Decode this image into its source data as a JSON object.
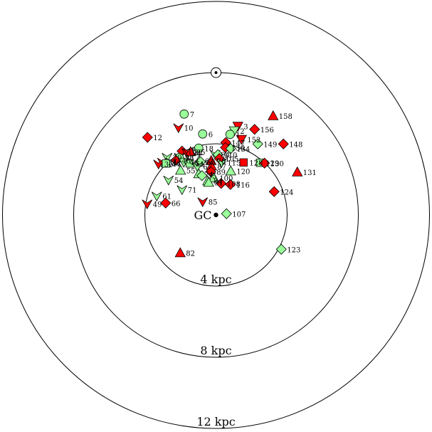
{
  "center_label": "GC",
  "circles": [
    {
      "label": "4 kpc",
      "radius_kpc": 4
    },
    {
      "label": "8 kpc",
      "radius_kpc": 8
    },
    {
      "label": "12 kpc",
      "radius_kpc": 12
    }
  ],
  "colors": {
    "red": "#ff0000",
    "green": "#99ff99",
    "outline": "#000000"
  },
  "sun_marker": "sun-symbol",
  "chart_data": {
    "type": "scatter",
    "units": "kpc",
    "points": [
      {
        "id": "7",
        "x": -1.79,
        "y": 5.67,
        "marker": "circle",
        "color": "green"
      },
      {
        "id": "10",
        "x": -2.11,
        "y": 4.91,
        "marker": "y-down",
        "color": "red"
      },
      {
        "id": "12",
        "x": -3.85,
        "y": 4.36,
        "marker": "diamond",
        "color": "red"
      },
      {
        "id": "6",
        "x": -0.75,
        "y": 4.55,
        "marker": "circle",
        "color": "green"
      },
      {
        "id": "3",
        "x": 1.23,
        "y": 4.99,
        "marker": "triangle-down",
        "color": "red"
      },
      {
        "id": "2",
        "x": 1.03,
        "y": 4.73,
        "marker": "triangle-down",
        "color": "green"
      },
      {
        "id": "1",
        "x": 0.79,
        "y": 4.53,
        "marker": "circle",
        "color": "green"
      },
      {
        "id": "156",
        "x": 2.17,
        "y": 4.81,
        "marker": "diamond",
        "color": "red"
      },
      {
        "id": "158",
        "x": 3.21,
        "y": 5.57,
        "marker": "triangle-up",
        "color": "red"
      },
      {
        "id": "152",
        "x": 1.43,
        "y": 4.25,
        "marker": "triangle-down",
        "color": "red"
      },
      {
        "id": "149",
        "x": 2.35,
        "y": 3.99,
        "marker": "diamond",
        "color": "green"
      },
      {
        "id": "148",
        "x": 3.79,
        "y": 3.99,
        "marker": "diamond",
        "color": "red"
      },
      {
        "id": "147",
        "x": 0.55,
        "y": 4.07,
        "marker": "diamond",
        "color": "red"
      },
      {
        "id": "136",
        "x": 0.53,
        "y": 3.79,
        "marker": "diamond",
        "color": "red"
      },
      {
        "id": "134",
        "x": 0.83,
        "y": 3.73,
        "marker": "diamond",
        "color": "green"
      },
      {
        "id": "16",
        "x": -1.91,
        "y": 3.59,
        "marker": "diamond",
        "color": "red"
      },
      {
        "id": "24",
        "x": -1.65,
        "y": 3.51,
        "marker": "y-down",
        "color": "red"
      },
      {
        "id": "22",
        "x": -1.55,
        "y": 3.53,
        "marker": "y-down",
        "color": "red"
      },
      {
        "id": "25",
        "x": -1.43,
        "y": 3.55,
        "marker": "triangle-up",
        "color": "red"
      },
      {
        "id": "18",
        "x": -0.97,
        "y": 3.75,
        "marker": "circle",
        "color": "green"
      },
      {
        "id": "94",
        "x": -0.05,
        "y": 3.41,
        "marker": "y-down",
        "color": "green"
      },
      {
        "id": "110",
        "x": 0.11,
        "y": 3.39,
        "marker": "diamond",
        "color": "green"
      },
      {
        "id": "105",
        "x": 0.19,
        "y": 3.17,
        "marker": "diamond",
        "color": "red"
      },
      {
        "id": "115",
        "x": 0.31,
        "y": 2.95,
        "marker": "y-down",
        "color": "green"
      },
      {
        "id": "78",
        "x": -0.27,
        "y": 3.05,
        "marker": "triangle-up",
        "color": "red"
      },
      {
        "id": "20",
        "x": -2.75,
        "y": 3.25,
        "marker": "y-down",
        "color": "green"
      },
      {
        "id": "28",
        "x": -2.07,
        "y": 3.25,
        "marker": "y-down",
        "color": "green"
      },
      {
        "id": "37",
        "x": -2.07,
        "y": 3.21,
        "marker": "circle",
        "color": "green"
      },
      {
        "id": "40",
        "x": -2.25,
        "y": 3.07,
        "marker": "diamond",
        "color": "red"
      },
      {
        "id": "46",
        "x": -1.81,
        "y": 2.97,
        "marker": "triangle-down",
        "color": "green"
      },
      {
        "id": "51",
        "x": -1.47,
        "y": 2.89,
        "marker": "square",
        "color": "green"
      },
      {
        "id": "62",
        "x": -0.95,
        "y": 3.05,
        "marker": "triangle-up",
        "color": "green"
      },
      {
        "id": "63",
        "x": -0.87,
        "y": 2.99,
        "marker": "diamond",
        "color": "green"
      },
      {
        "id": "34",
        "x": -3.01,
        "y": 2.97,
        "marker": "y-down",
        "color": "red"
      },
      {
        "id": "36",
        "x": -2.81,
        "y": 2.93,
        "marker": "triangle-up",
        "color": "green"
      },
      {
        "id": "35",
        "x": -3.23,
        "y": 2.87,
        "marker": "y-down",
        "color": "red"
      },
      {
        "id": "44",
        "x": -2.81,
        "y": 2.89,
        "marker": "square",
        "color": "green"
      },
      {
        "id": "67",
        "x": -1.05,
        "y": 2.73,
        "marker": "y-down",
        "color": "green"
      },
      {
        "id": "87",
        "x": -0.25,
        "y": 2.75,
        "marker": "triangle-up",
        "color": "red"
      },
      {
        "id": "89",
        "x": -0.29,
        "y": 2.43,
        "marker": "diamond",
        "color": "red"
      },
      {
        "id": "120",
        "x": 0.83,
        "y": 2.47,
        "marker": "triangle-up",
        "color": "green"
      },
      {
        "id": "128",
        "x": 1.55,
        "y": 2.95,
        "marker": "square",
        "color": "red"
      },
      {
        "id": "129",
        "x": 2.47,
        "y": 2.93,
        "marker": "square",
        "color": "green"
      },
      {
        "id": "130",
        "x": 2.73,
        "y": 2.91,
        "marker": "diamond",
        "color": "red"
      },
      {
        "id": "131",
        "x": 4.57,
        "y": 2.41,
        "marker": "triangle-up",
        "color": "red"
      },
      {
        "id": "55",
        "x": -1.99,
        "y": 2.51,
        "marker": "triangle-up",
        "color": "green"
      },
      {
        "id": "74",
        "x": -0.97,
        "y": 2.31,
        "marker": "triangle-up",
        "color": "green"
      },
      {
        "id": "75",
        "x": -0.79,
        "y": 2.21,
        "marker": "diamond",
        "color": "green"
      },
      {
        "id": "54",
        "x": -2.67,
        "y": 1.97,
        "marker": "y-down",
        "color": "green"
      },
      {
        "id": "100",
        "x": -0.13,
        "y": 2.09,
        "marker": "triangle-up",
        "color": "green"
      },
      {
        "id": "84",
        "x": -0.47,
        "y": 1.91,
        "marker": "triangle-up",
        "color": "green"
      },
      {
        "id": "91",
        "x": -0.41,
        "y": 1.83,
        "marker": "triangle-up",
        "color": "green"
      },
      {
        "id": "108",
        "x": 0.29,
        "y": 1.77,
        "marker": "diamond",
        "color": "red"
      },
      {
        "id": "116",
        "x": 0.81,
        "y": 1.71,
        "marker": "diamond",
        "color": "red"
      },
      {
        "id": "124",
        "x": 3.27,
        "y": 1.31,
        "marker": "diamond",
        "color": "red"
      },
      {
        "id": "71",
        "x": -1.91,
        "y": 1.43,
        "marker": "y-down",
        "color": "green"
      },
      {
        "id": "61",
        "x": -3.33,
        "y": 1.07,
        "marker": "y-down",
        "color": "green"
      },
      {
        "id": "49",
        "x": -3.87,
        "y": 0.63,
        "marker": "y-down",
        "color": "red"
      },
      {
        "id": "66",
        "x": -2.83,
        "y": 0.67,
        "marker": "diamond",
        "color": "red"
      },
      {
        "id": "85",
        "x": -0.75,
        "y": 0.75,
        "marker": "y-down",
        "color": "red"
      },
      {
        "id": "107",
        "x": 0.59,
        "y": 0.07,
        "marker": "diamond",
        "color": "green"
      },
      {
        "id": "82",
        "x": -2.01,
        "y": -2.13,
        "marker": "triangle-up",
        "color": "red"
      },
      {
        "id": "123",
        "x": 3.67,
        "y": -1.93,
        "marker": "diamond",
        "color": "green"
      }
    ]
  }
}
